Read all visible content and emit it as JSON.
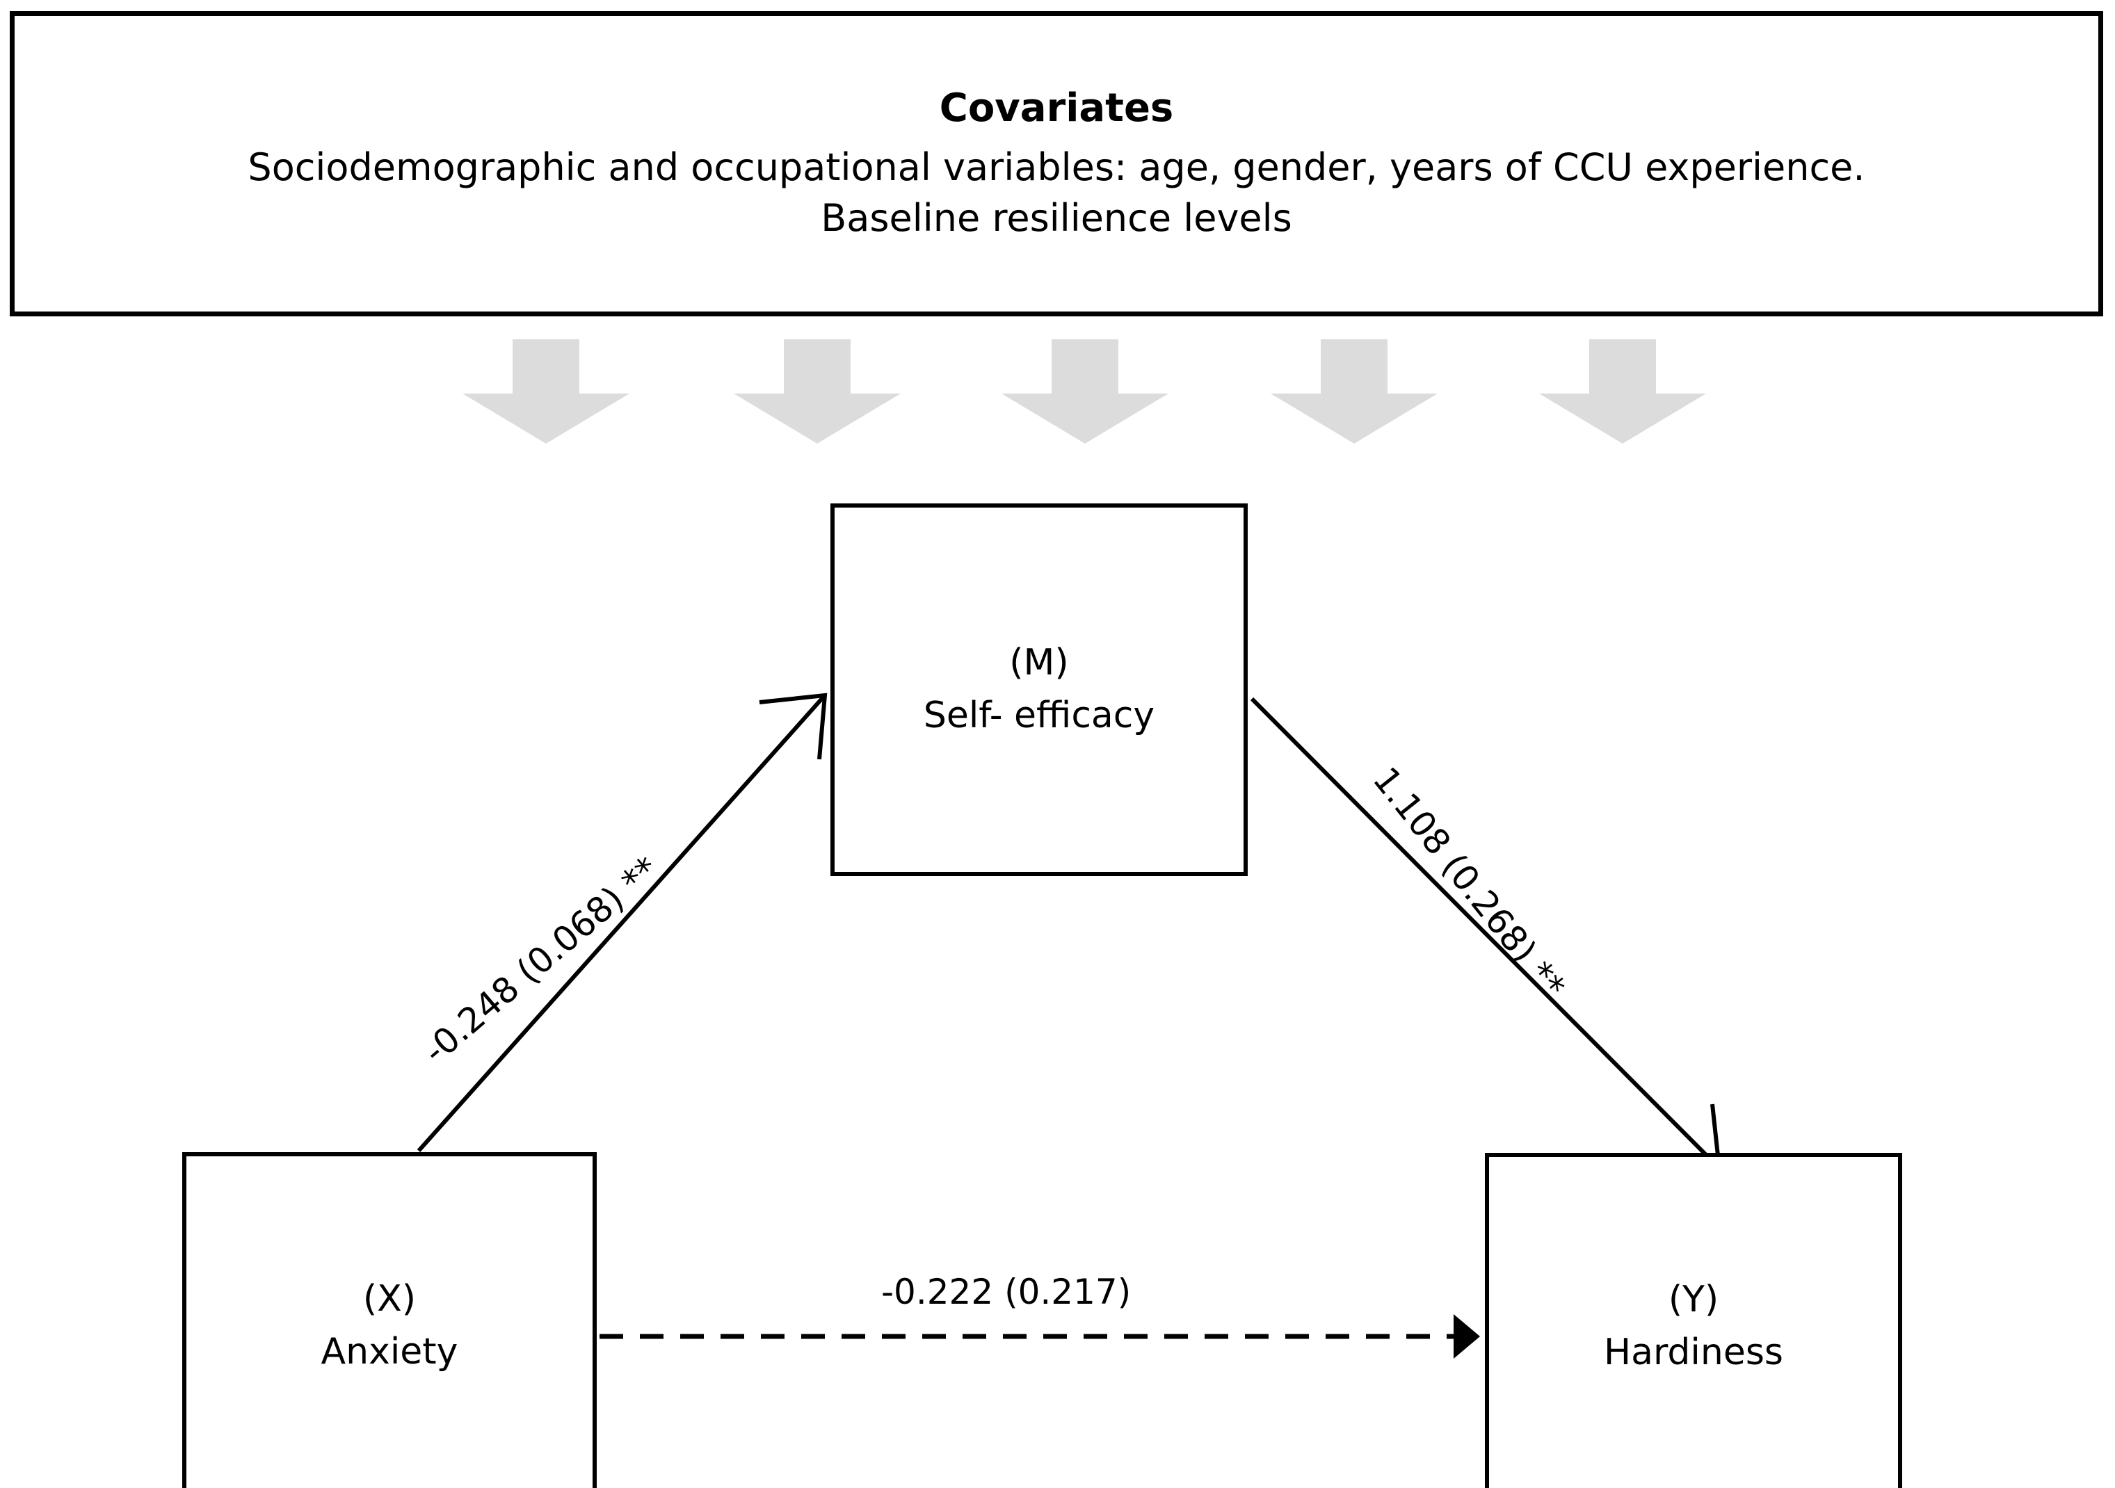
{
  "covariates": {
    "title": "Covariates",
    "description": "Sociodemographic and occupational variables: age, gender, years of CCU experience. Baseline resilience levels",
    "line1": "Sociodemographic and occupational variables: age, gender, years of CCU experience.",
    "line2": "Baseline resilience levels",
    "arrow_count": 5,
    "arrow_color": "#dcdcdc"
  },
  "nodes": {
    "mediator": {
      "code": "(M)",
      "name": "Self- efficacy"
    },
    "predictor": {
      "code": "(X)",
      "name": "Anxiety"
    },
    "outcome": {
      "code": "(Y)",
      "name": "Hardiness"
    }
  },
  "paths": {
    "a": {
      "label": "-0.248 (0.068) **",
      "coefficient": -0.248,
      "standard_error": 0.068,
      "significance": "**",
      "style": "solid",
      "from": "(X) Anxiety",
      "to": "(M) Self- efficacy"
    },
    "b": {
      "label": "1.108 (0.268) **",
      "coefficient": 1.108,
      "standard_error": 0.268,
      "significance": "**",
      "style": "solid",
      "from": "(M) Self- efficacy",
      "to": "(Y) Hardiness"
    },
    "c_prime": {
      "label": "-0.222 (0.217)",
      "coefficient": -0.222,
      "standard_error": 0.217,
      "significance": "",
      "style": "dashed",
      "from": "(X) Anxiety",
      "to": "(Y) Hardiness"
    }
  },
  "colors": {
    "stroke": "#000000",
    "background": "#ffffff",
    "arrow_gray": "#dcdcdc"
  }
}
